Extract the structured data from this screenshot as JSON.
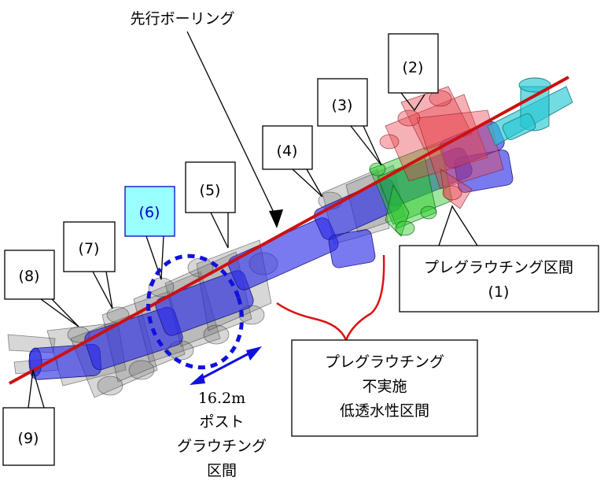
{
  "labels": {
    "pilot_boring": "先行ボーリング",
    "n1_line1": "プレグラウチング区間",
    "n1_line2": "(1)",
    "n2": "(2)",
    "n3": "(3)",
    "n4": "(4)",
    "n5": "(5)",
    "n6": "(6)",
    "n7": "(7)",
    "n8": "(8)",
    "n9": "(9)",
    "no_grout_line1": "プレグラウチング",
    "no_grout_line2": "不実施",
    "no_grout_line3": "低透水性区間",
    "post_length": "16.2m",
    "post_line1": "ポスト",
    "post_line2": "グラウチング",
    "post_line3": "区間"
  },
  "colors": {
    "pilot_boring": "#cc1111",
    "post_marker": "#1111dd",
    "brace": "#dd1111",
    "tunnel": "#2828e6",
    "highlight_box": "#99ffff"
  }
}
